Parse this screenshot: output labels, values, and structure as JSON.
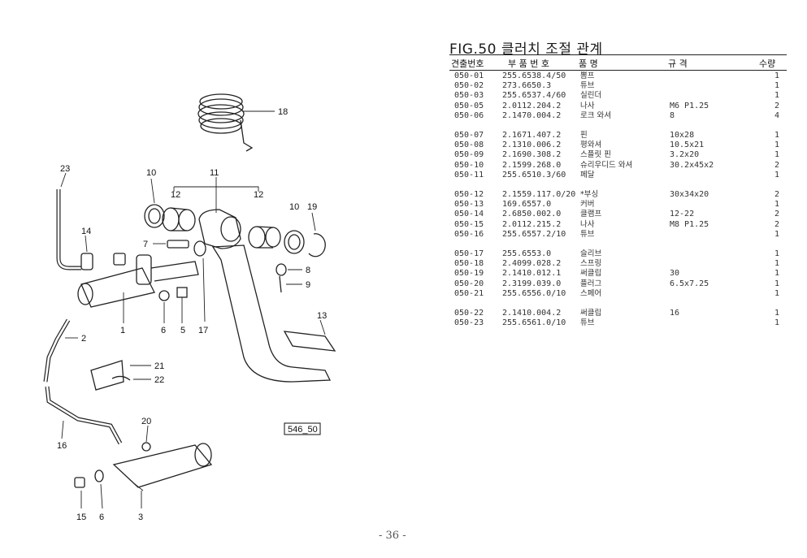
{
  "title": "FIG.50 클러치 조절 관계",
  "headers": {
    "item_no": "견출번호",
    "part_no": "부 품 번 호",
    "name": "품 명",
    "spec": "규 격",
    "qty": "수량"
  },
  "groups": [
    [
      {
        "no": "050-01",
        "pn": "255.6538.4/50",
        "name": "뽐프",
        "spec": "",
        "qty": "1"
      },
      {
        "no": "050-02",
        "pn": "273.6650.3",
        "name": "튜브",
        "spec": "",
        "qty": "1"
      },
      {
        "no": "050-03",
        "pn": "255.6537.4/60",
        "name": "실린더",
        "spec": "",
        "qty": "1"
      },
      {
        "no": "050-05",
        "pn": "2.0112.204.2",
        "name": "나사",
        "spec": "M6 P1.25",
        "qty": "2"
      },
      {
        "no": "050-06",
        "pn": "2.1470.004.2",
        "name": "로크 와셔",
        "spec": "8",
        "qty": "4"
      }
    ],
    [
      {
        "no": "050-07",
        "pn": "2.1671.407.2",
        "name": "핀",
        "spec": "10x28",
        "qty": "1"
      },
      {
        "no": "050-08",
        "pn": "2.1310.006.2",
        "name": "평와셔",
        "spec": "10.5x21",
        "qty": "1"
      },
      {
        "no": "050-09",
        "pn": "2.1690.308.2",
        "name": "스플릿 핀",
        "spec": "3.2x20",
        "qty": "1"
      },
      {
        "no": "050-10",
        "pn": "2.1599.268.0",
        "name": "슈리우디드 와셔",
        "spec": "30.2x45x2",
        "qty": "2"
      },
      {
        "no": "050-11",
        "pn": "255.6510.3/60",
        "name": "페달",
        "spec": "",
        "qty": "1"
      }
    ],
    [
      {
        "no": "050-12",
        "pn": "2.1559.117.0/20",
        "name": "*부싱",
        "spec": "30x34x20",
        "qty": "2"
      },
      {
        "no": "050-13",
        "pn": "169.6557.0",
        "name": "커버",
        "spec": "",
        "qty": "1"
      },
      {
        "no": "050-14",
        "pn": "2.6850.002.0",
        "name": "클램프",
        "spec": "12-22",
        "qty": "2"
      },
      {
        "no": "050-15",
        "pn": "2.0112.215.2",
        "name": "나사",
        "spec": "M8 P1.25",
        "qty": "2"
      },
      {
        "no": "050-16",
        "pn": "255.6557.2/10",
        "name": "튜브",
        "spec": "",
        "qty": "1"
      }
    ],
    [
      {
        "no": "050-17",
        "pn": "255.6553.0",
        "name": "슬리브",
        "spec": "",
        "qty": "1"
      },
      {
        "no": "050-18",
        "pn": "2.4099.028.2",
        "name": "스프링",
        "spec": "",
        "qty": "1"
      },
      {
        "no": "050-19",
        "pn": "2.1410.012.1",
        "name": "써클립",
        "spec": "30",
        "qty": "1"
      },
      {
        "no": "050-20",
        "pn": "2.3199.039.0",
        "name": "플러그",
        "spec": "6.5x7.25",
        "qty": "1"
      },
      {
        "no": "050-21",
        "pn": "255.6556.0/10",
        "name": "스페어",
        "spec": "",
        "qty": "1"
      }
    ],
    [
      {
        "no": "050-22",
        "pn": "2.1410.004.2",
        "name": "써클립",
        "spec": "16",
        "qty": "1"
      },
      {
        "no": "050-23",
        "pn": "255.6561.0/10",
        "name": "튜브",
        "spec": "",
        "qty": "1"
      }
    ]
  ],
  "diagram": {
    "ref_box": "546_50",
    "callouts": [
      "18",
      "23",
      "10",
      "11",
      "12",
      "12",
      "10",
      "19",
      "14",
      "7",
      "8",
      "9",
      "1",
      "6",
      "5",
      "17",
      "13",
      "2",
      "21",
      "22",
      "20",
      "16",
      "15",
      "6",
      "3"
    ]
  },
  "page_number": "- 36 -"
}
